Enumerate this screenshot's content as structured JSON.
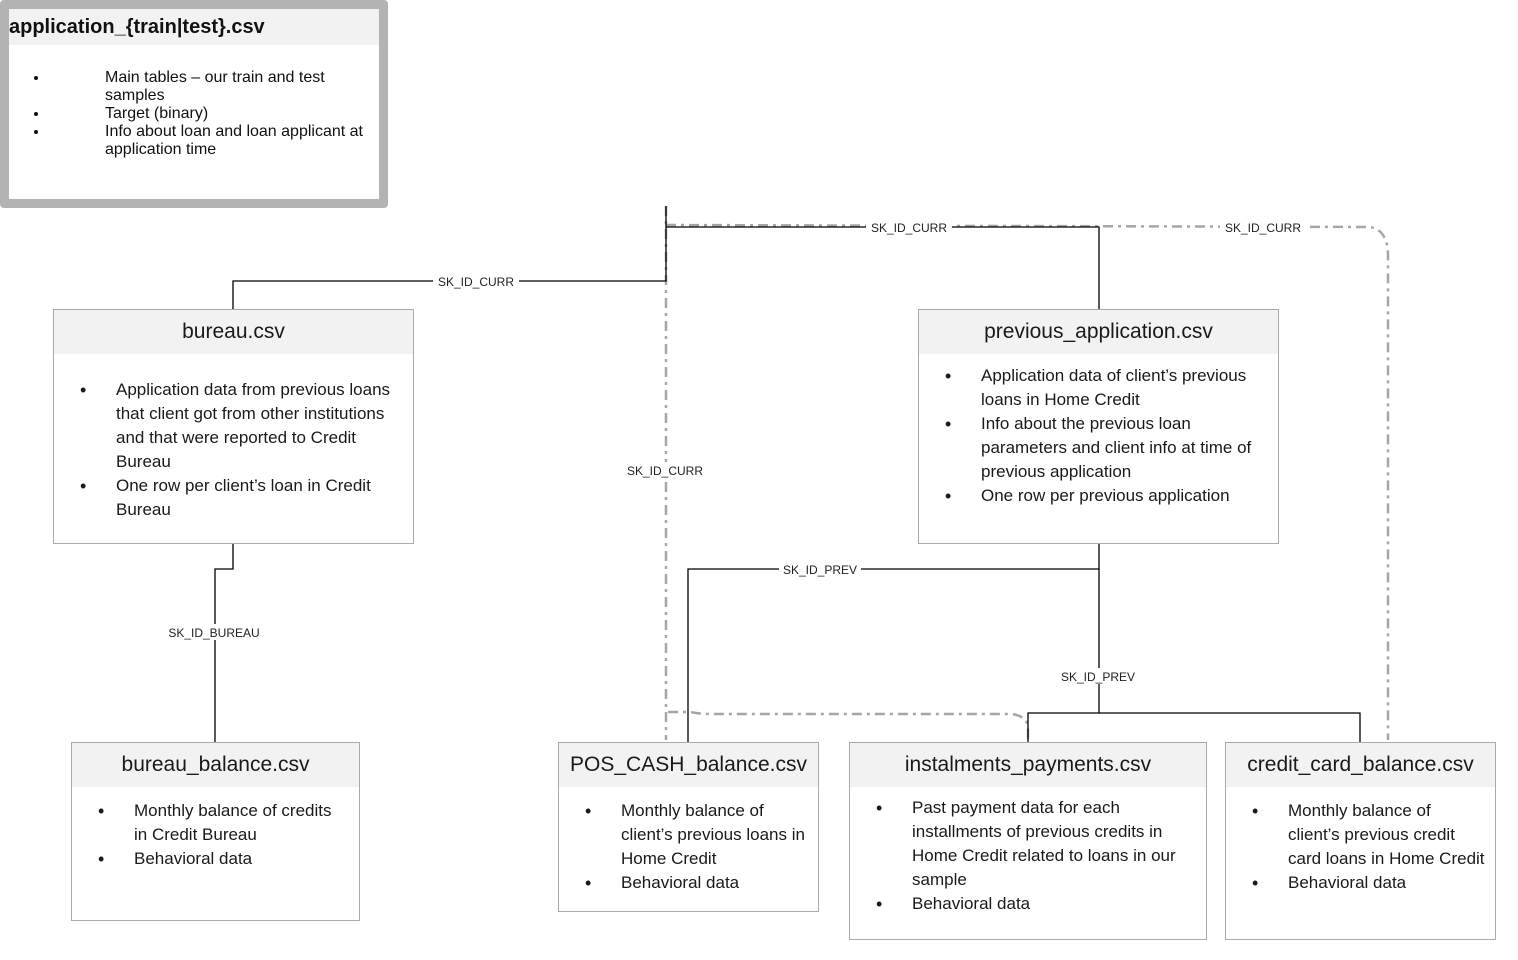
{
  "nodes": {
    "application": {
      "title": "application_{train|test}.csv",
      "bullets": [
        "Main tables – our train and test samples",
        "Target (binary)",
        "Info about loan and loan applicant at application time"
      ]
    },
    "bureau": {
      "title": "bureau.csv",
      "bullets": [
        "Application data from previous loans that client got from other institutions and that were reported to Credit Bureau",
        "One row per client’s loan in Credit Bureau"
      ]
    },
    "previous_application": {
      "title": "previous_application.csv",
      "bullets": [
        "Application data of client’s previous loans in Home Credit",
        "Info about the previous loan parameters and client info at time of previous application",
        "One row per previous application"
      ]
    },
    "bureau_balance": {
      "title": "bureau_balance.csv",
      "bullets": [
        "Monthly balance of credits in Credit Bureau",
        "Behavioral data"
      ]
    },
    "pos_cash_balance": {
      "title": "POS_CASH_balance.csv",
      "bullets": [
        "Monthly balance of client’s previous loans in Home Credit",
        "Behavioral data"
      ]
    },
    "instalments_payments": {
      "title": "instalments_payments.csv",
      "bullets": [
        "Past payment data for each installments of previous credits in Home Credit related to loans in our sample",
        "Behavioral data"
      ]
    },
    "credit_card_balance": {
      "title": "credit_card_balance.csv",
      "bullets": [
        "Monthly balance of client’s previous credit card loans in Home Credit",
        "Behavioral data"
      ]
    }
  },
  "edges": {
    "app_to_bureau": "SK_ID_CURR",
    "app_to_previous": "SK_ID_CURR",
    "app_to_credit_card": "SK_ID_CURR",
    "app_to_pos_cash": "SK_ID_CURR",
    "bureau_to_bureau_balance": "SK_ID_BUREAU",
    "previous_to_pos_cash": "SK_ID_PREV",
    "previous_to_instalments": "SK_ID_PREV"
  },
  "colors": {
    "solid_line": "#000000",
    "dashed_line": "#a6a6a6",
    "box_border": "#a9a9a9",
    "header_fill": "#f2f2f2",
    "main_border": "#b3b3b3"
  }
}
